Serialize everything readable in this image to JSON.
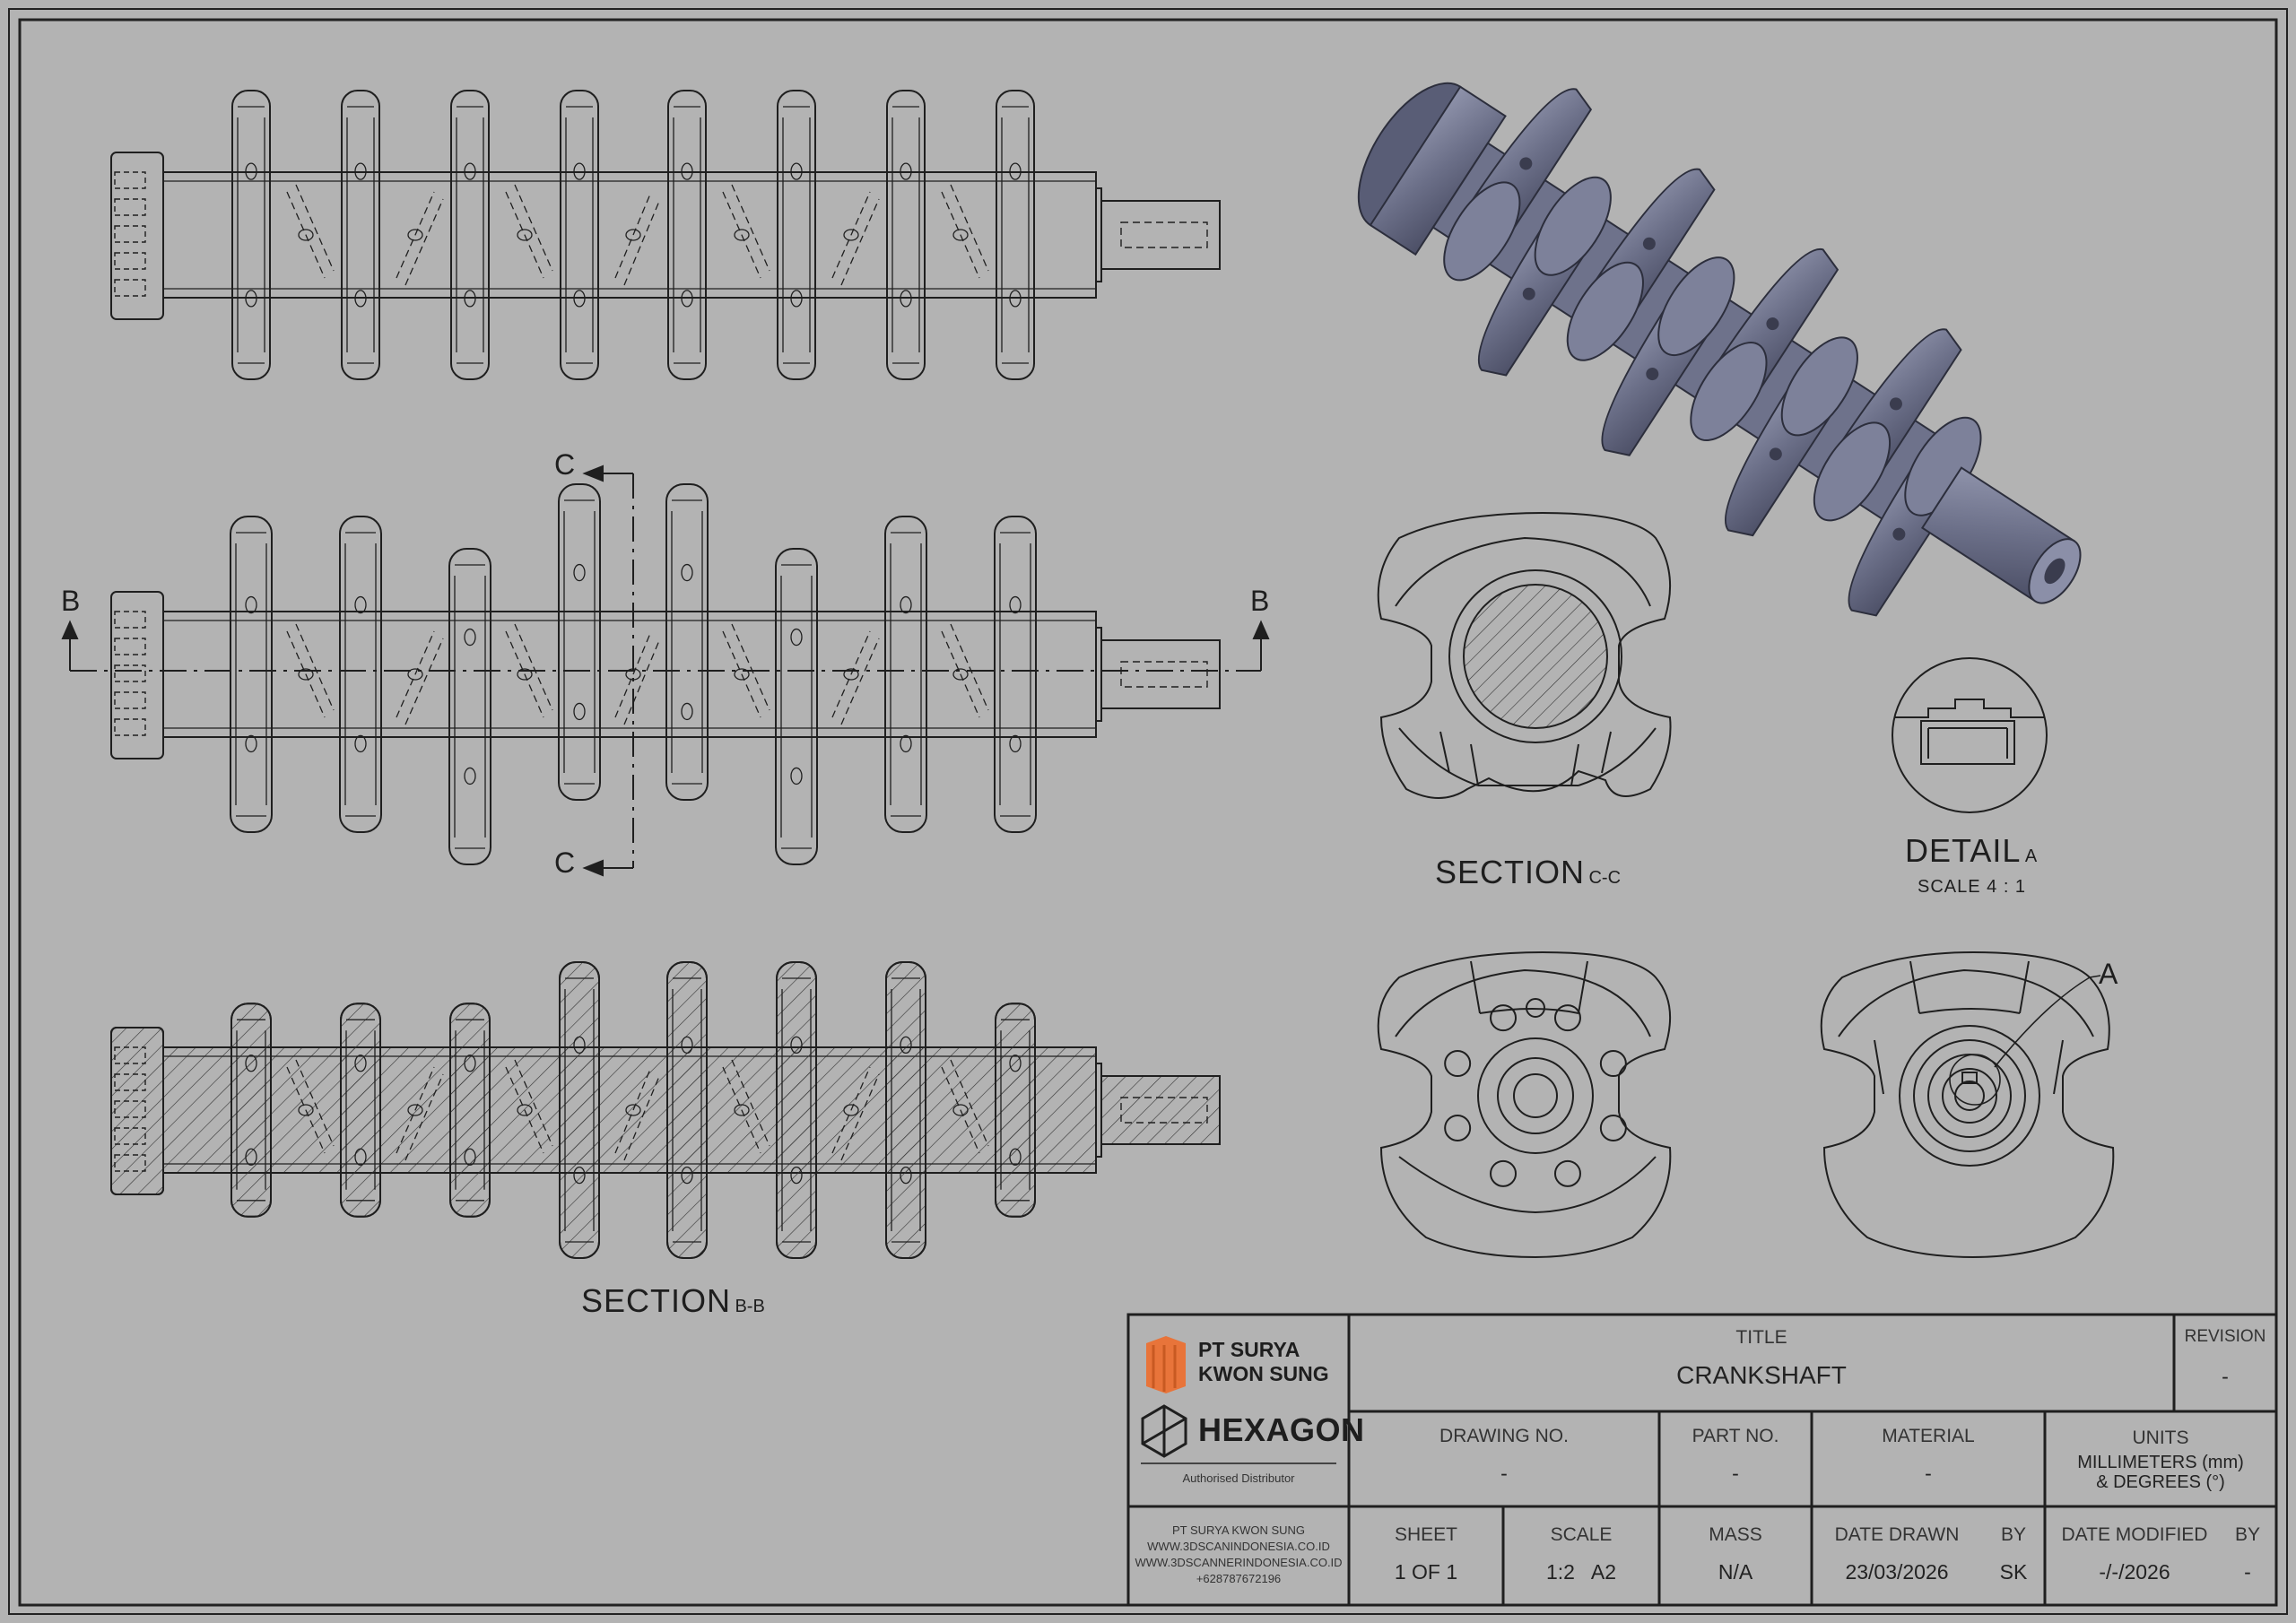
{
  "labels": {
    "section_cc": "SECTION",
    "section_cc_sub": "C-C",
    "detail_a": "DETAIL",
    "detail_a_sub": "A",
    "detail_scale": "SCALE 4 : 1",
    "section_bb": "SECTION",
    "section_bb_sub": "B-B",
    "cut_c_top": "C",
    "cut_c_bottom": "C",
    "cut_b_left": "B",
    "cut_b_right": "B",
    "detail_callout": "A"
  },
  "title_block": {
    "company_line1": "PT SURYA",
    "company_line2": "KWON SUNG",
    "partner": "HEXAGON",
    "partner_note": "Authorised Distributor",
    "contact": [
      "PT SURYA KWON SUNG",
      "WWW.3DSCANINDONESIA.CO.ID",
      "WWW.3DSCANNERINDONESIA.CO.ID",
      "+628787672196"
    ],
    "title_label": "TITLE",
    "title_value": "CRANKSHAFT",
    "revision_label": "REVISION",
    "revision_value": "-",
    "drawing_no_label": "DRAWING NO.",
    "drawing_no_value": "-",
    "part_no_label": "PART NO.",
    "part_no_value": "-",
    "material_label": "MATERIAL",
    "material_value": "-",
    "units_label": "UNITS",
    "units_value_1": "MILLIMETERS (mm)",
    "units_value_2": "& DEGREES (°)",
    "sheet_label": "SHEET",
    "sheet_value": "1 OF 1",
    "scale_label": "SCALE",
    "scale_value": "1:2   A2",
    "mass_label": "MASS",
    "mass_value": "N/A",
    "date_drawn_label": "DATE DRAWN",
    "date_drawn_value": "23/03/2026",
    "by_label_1": "BY",
    "by_value_1": "SK",
    "date_modified_label": "DATE MODIFIED",
    "date_modified_value": "-/-/2026",
    "by_label_2": "BY",
    "by_value_2": "-"
  },
  "colors": {
    "paper": "#b3b3b3",
    "line": "#1f1f1f",
    "iso_body": "#6a6e86",
    "iso_shade": "#4e5168",
    "iso_light": "#8e92aa",
    "logo_orange": "#e8743a"
  }
}
